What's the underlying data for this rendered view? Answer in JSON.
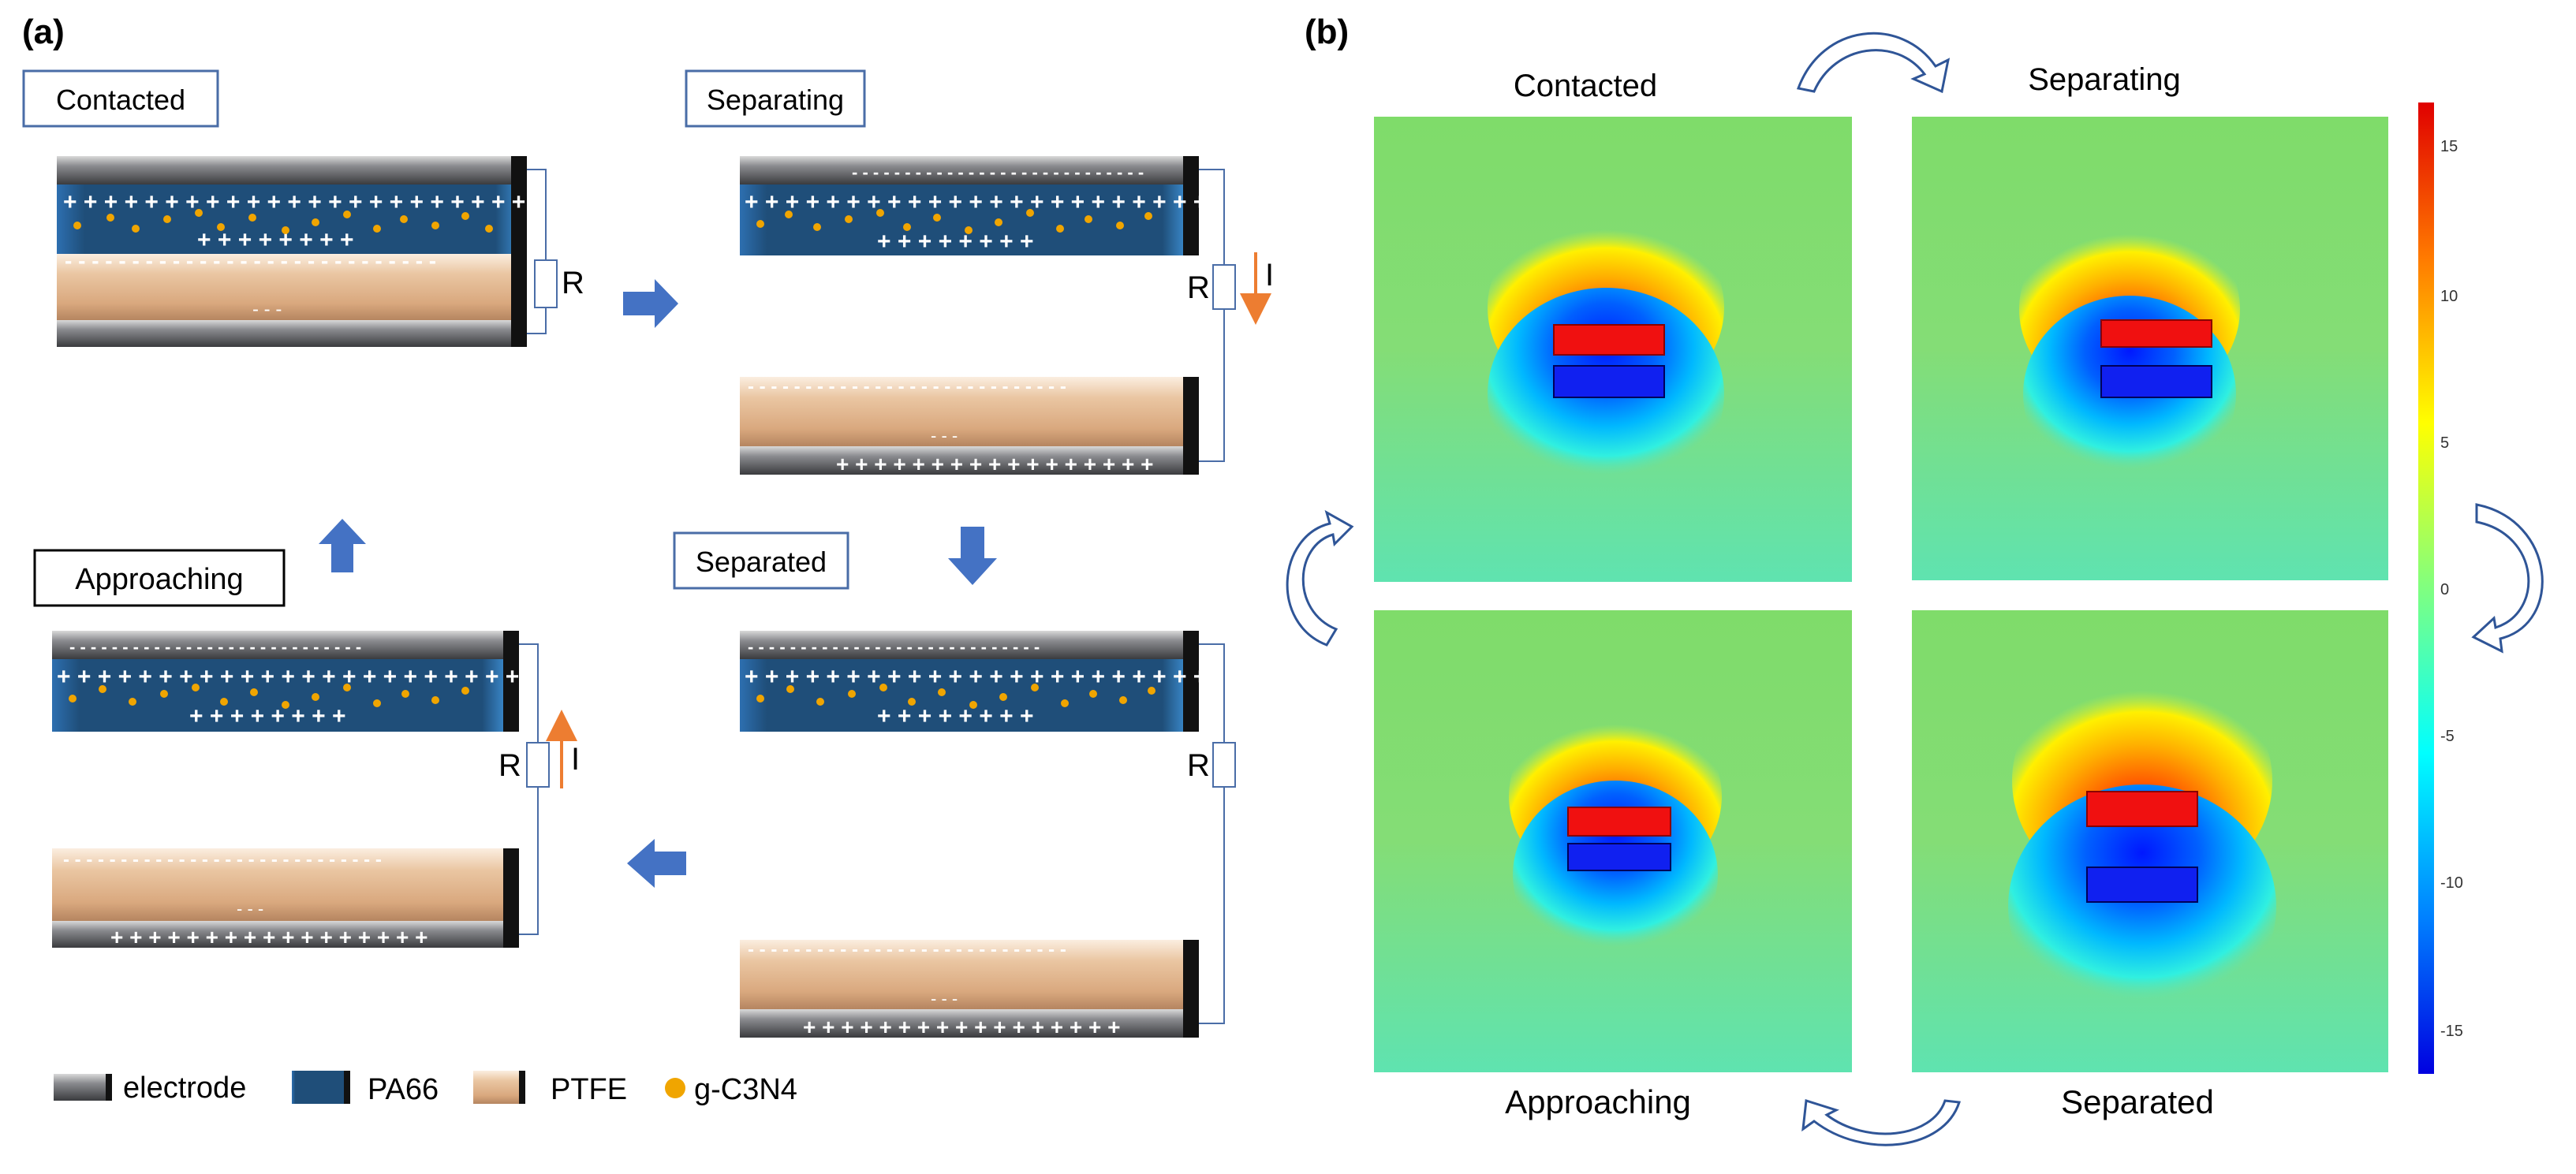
{
  "panel_a": {
    "label": "(a)",
    "stages": {
      "contacted": "Contacted",
      "separating": "Separating",
      "separated": "Separated",
      "approaching": "Approaching"
    },
    "resistor": "R",
    "current": "I",
    "charges": {
      "pa_top_row": "+ + + + + + + + + + + + + + + + + + + + + + + + +",
      "pa_bottom_row": "+ + + + + + + +",
      "electrode_plus": "+ + + + + + + + + + + + + + + + +",
      "minus_dashes": "- - - - - - - - - - - - - - - - - - - - - - - - - - - -",
      "minus_short": "- - -"
    },
    "legend": {
      "electrode": "electrode",
      "pa66": "PA66",
      "ptfe": "PTFE",
      "gc3n4": "g-C3N4"
    },
    "colors": {
      "electrode": "#5c5d60",
      "pa66": "#1f4e79",
      "ptfe": "#e2b995",
      "particle": "#f0a500",
      "arrow": "#4472c4",
      "current_arrow": "#ed7d31"
    }
  },
  "panel_b": {
    "label": "(b)",
    "stages": {
      "contacted": "Contacted",
      "separating": "Separating",
      "approaching": "Approaching",
      "separated": "Separated"
    },
    "colorbar_ticks": [
      "15",
      "10",
      "5",
      "0",
      "-5",
      "-10",
      "-15"
    ]
  }
}
